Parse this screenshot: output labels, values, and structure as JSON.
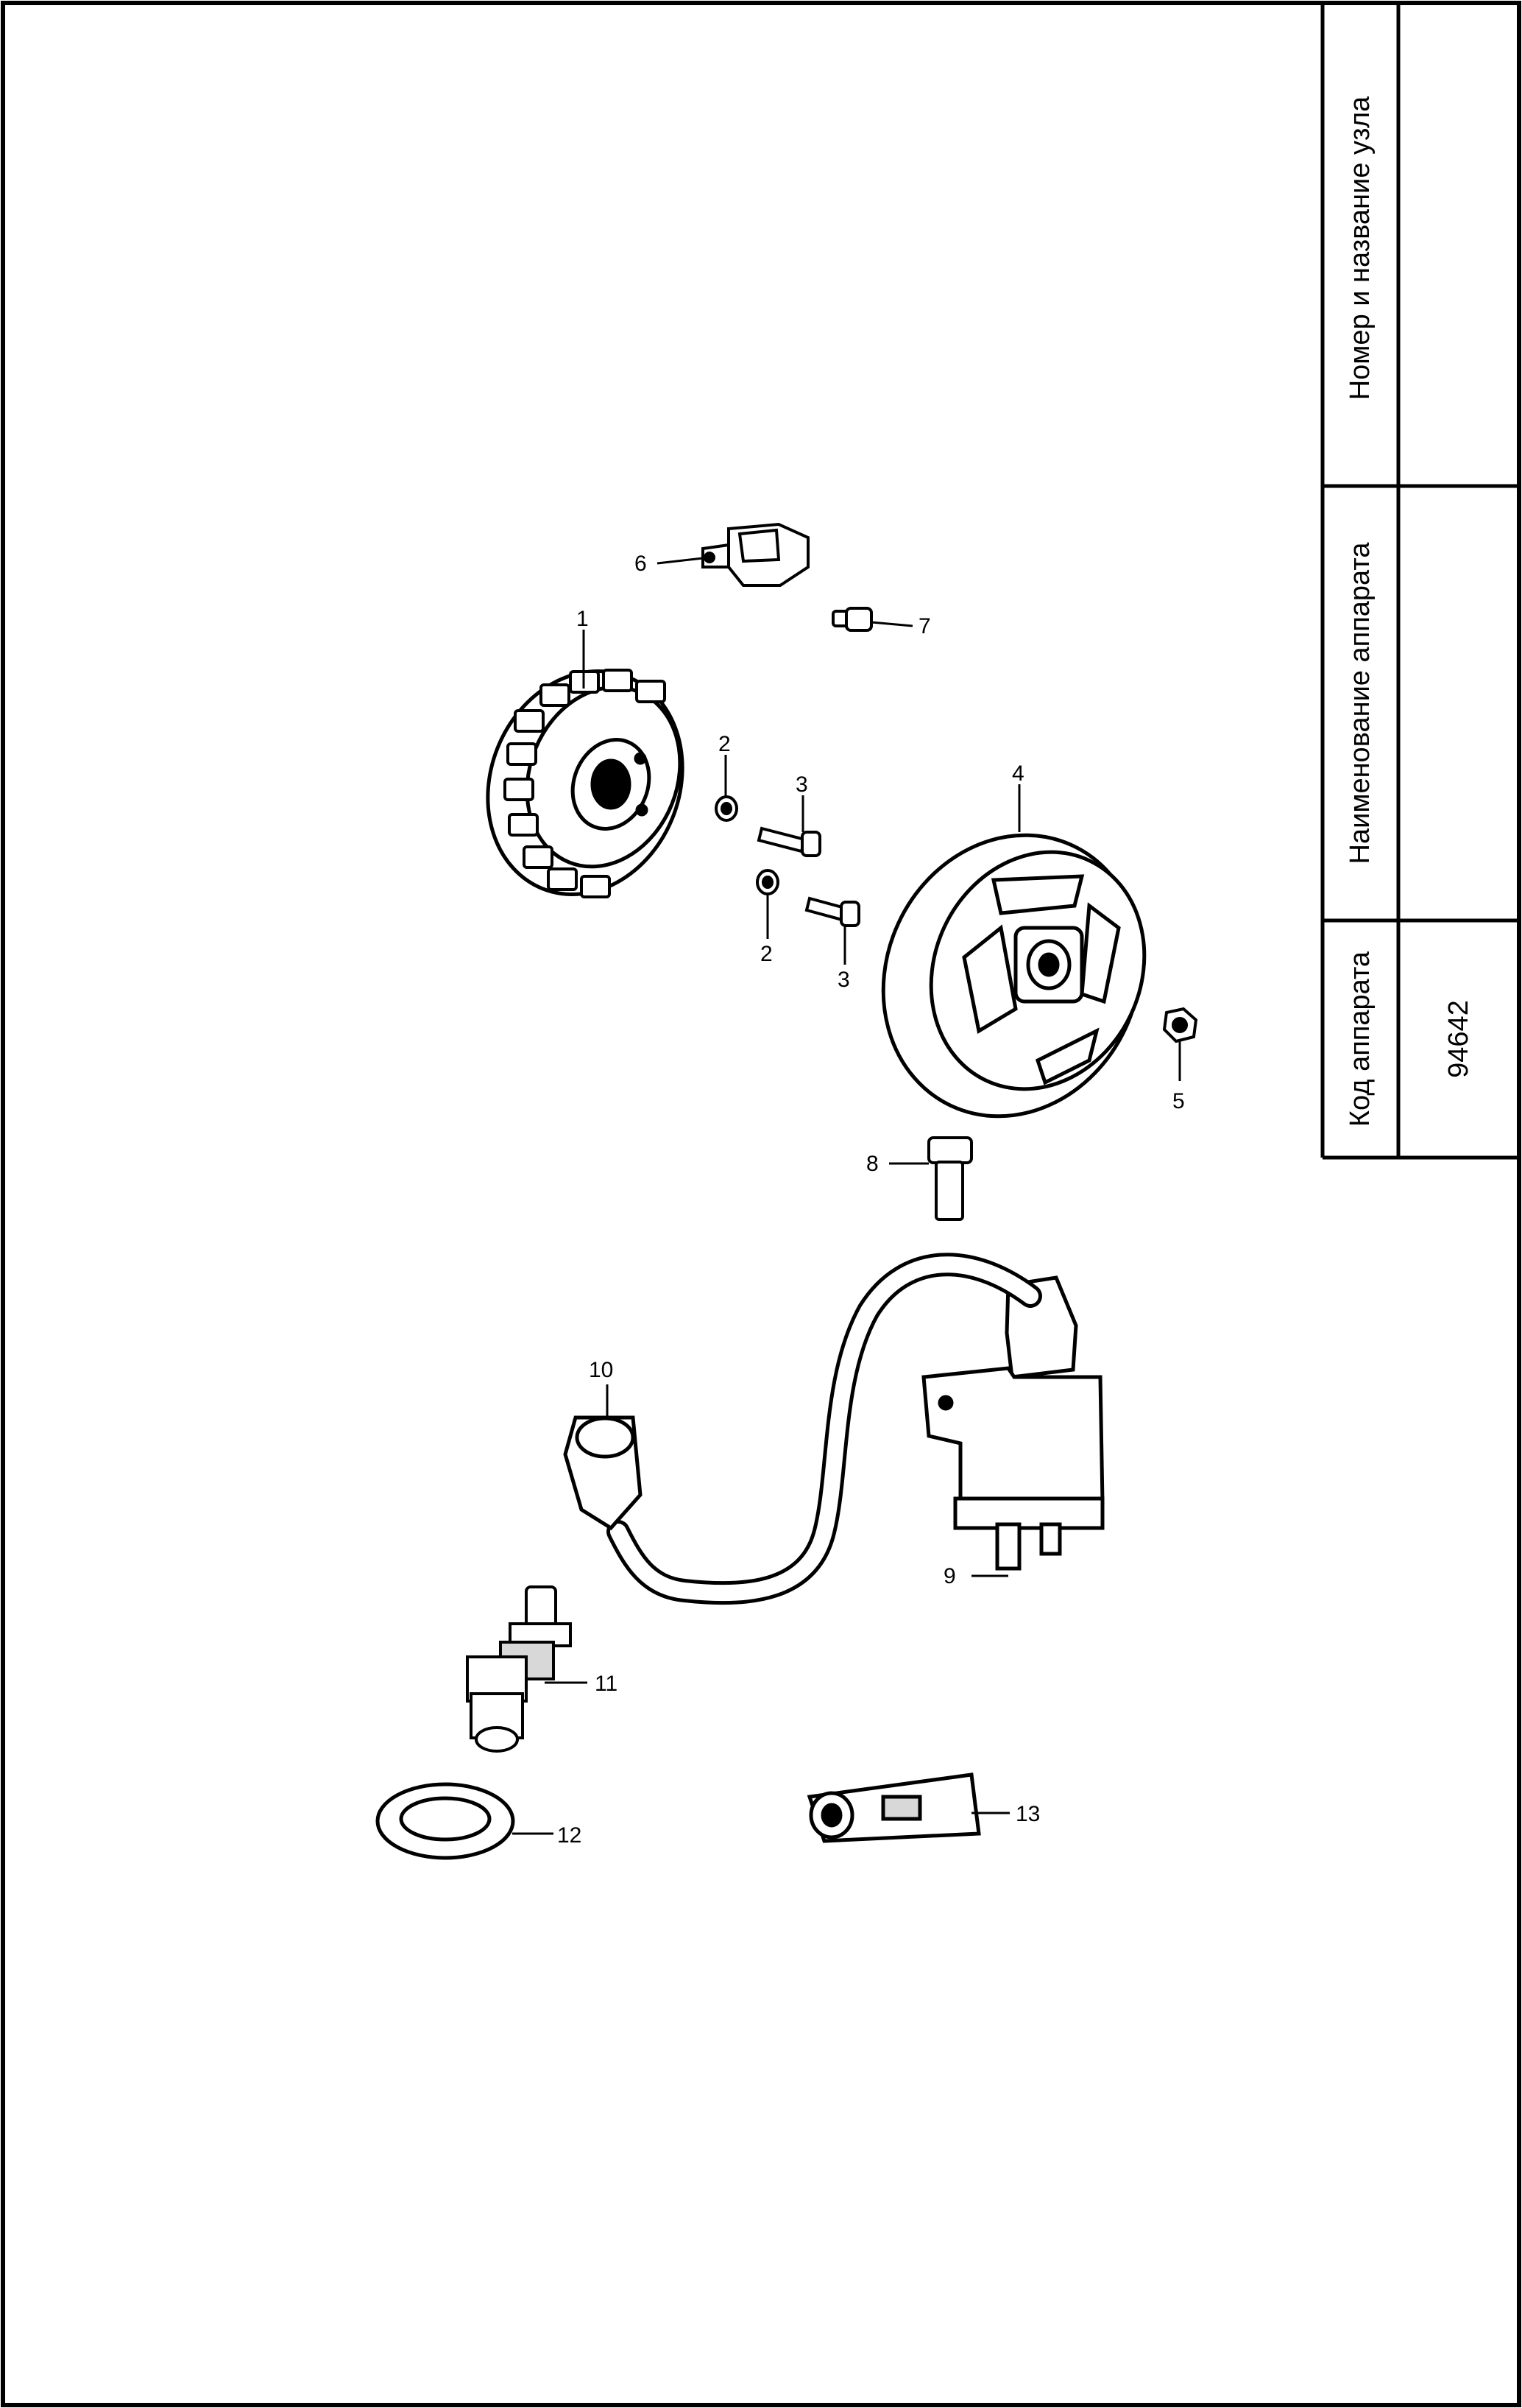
{
  "title_block": {
    "node_label": "Номер и название узла",
    "node_value": "",
    "apparatus_name_label": "Наименование аппарата",
    "apparatus_name_value": "",
    "apparatus_code_label": "Код аппарата",
    "apparatus_code_value": "94642"
  },
  "parts": [
    {
      "number": "1"
    },
    {
      "number": "2"
    },
    {
      "number": "2"
    },
    {
      "number": "3"
    },
    {
      "number": "3"
    },
    {
      "number": "4"
    },
    {
      "number": "5"
    },
    {
      "number": "6"
    },
    {
      "number": "7"
    },
    {
      "number": "8"
    },
    {
      "number": "9"
    },
    {
      "number": "10"
    },
    {
      "number": "11"
    },
    {
      "number": "12"
    },
    {
      "number": "13"
    }
  ],
  "colors": {
    "ink": "#000000",
    "paper": "#ffffff",
    "shade": "#d8d8d8"
  }
}
